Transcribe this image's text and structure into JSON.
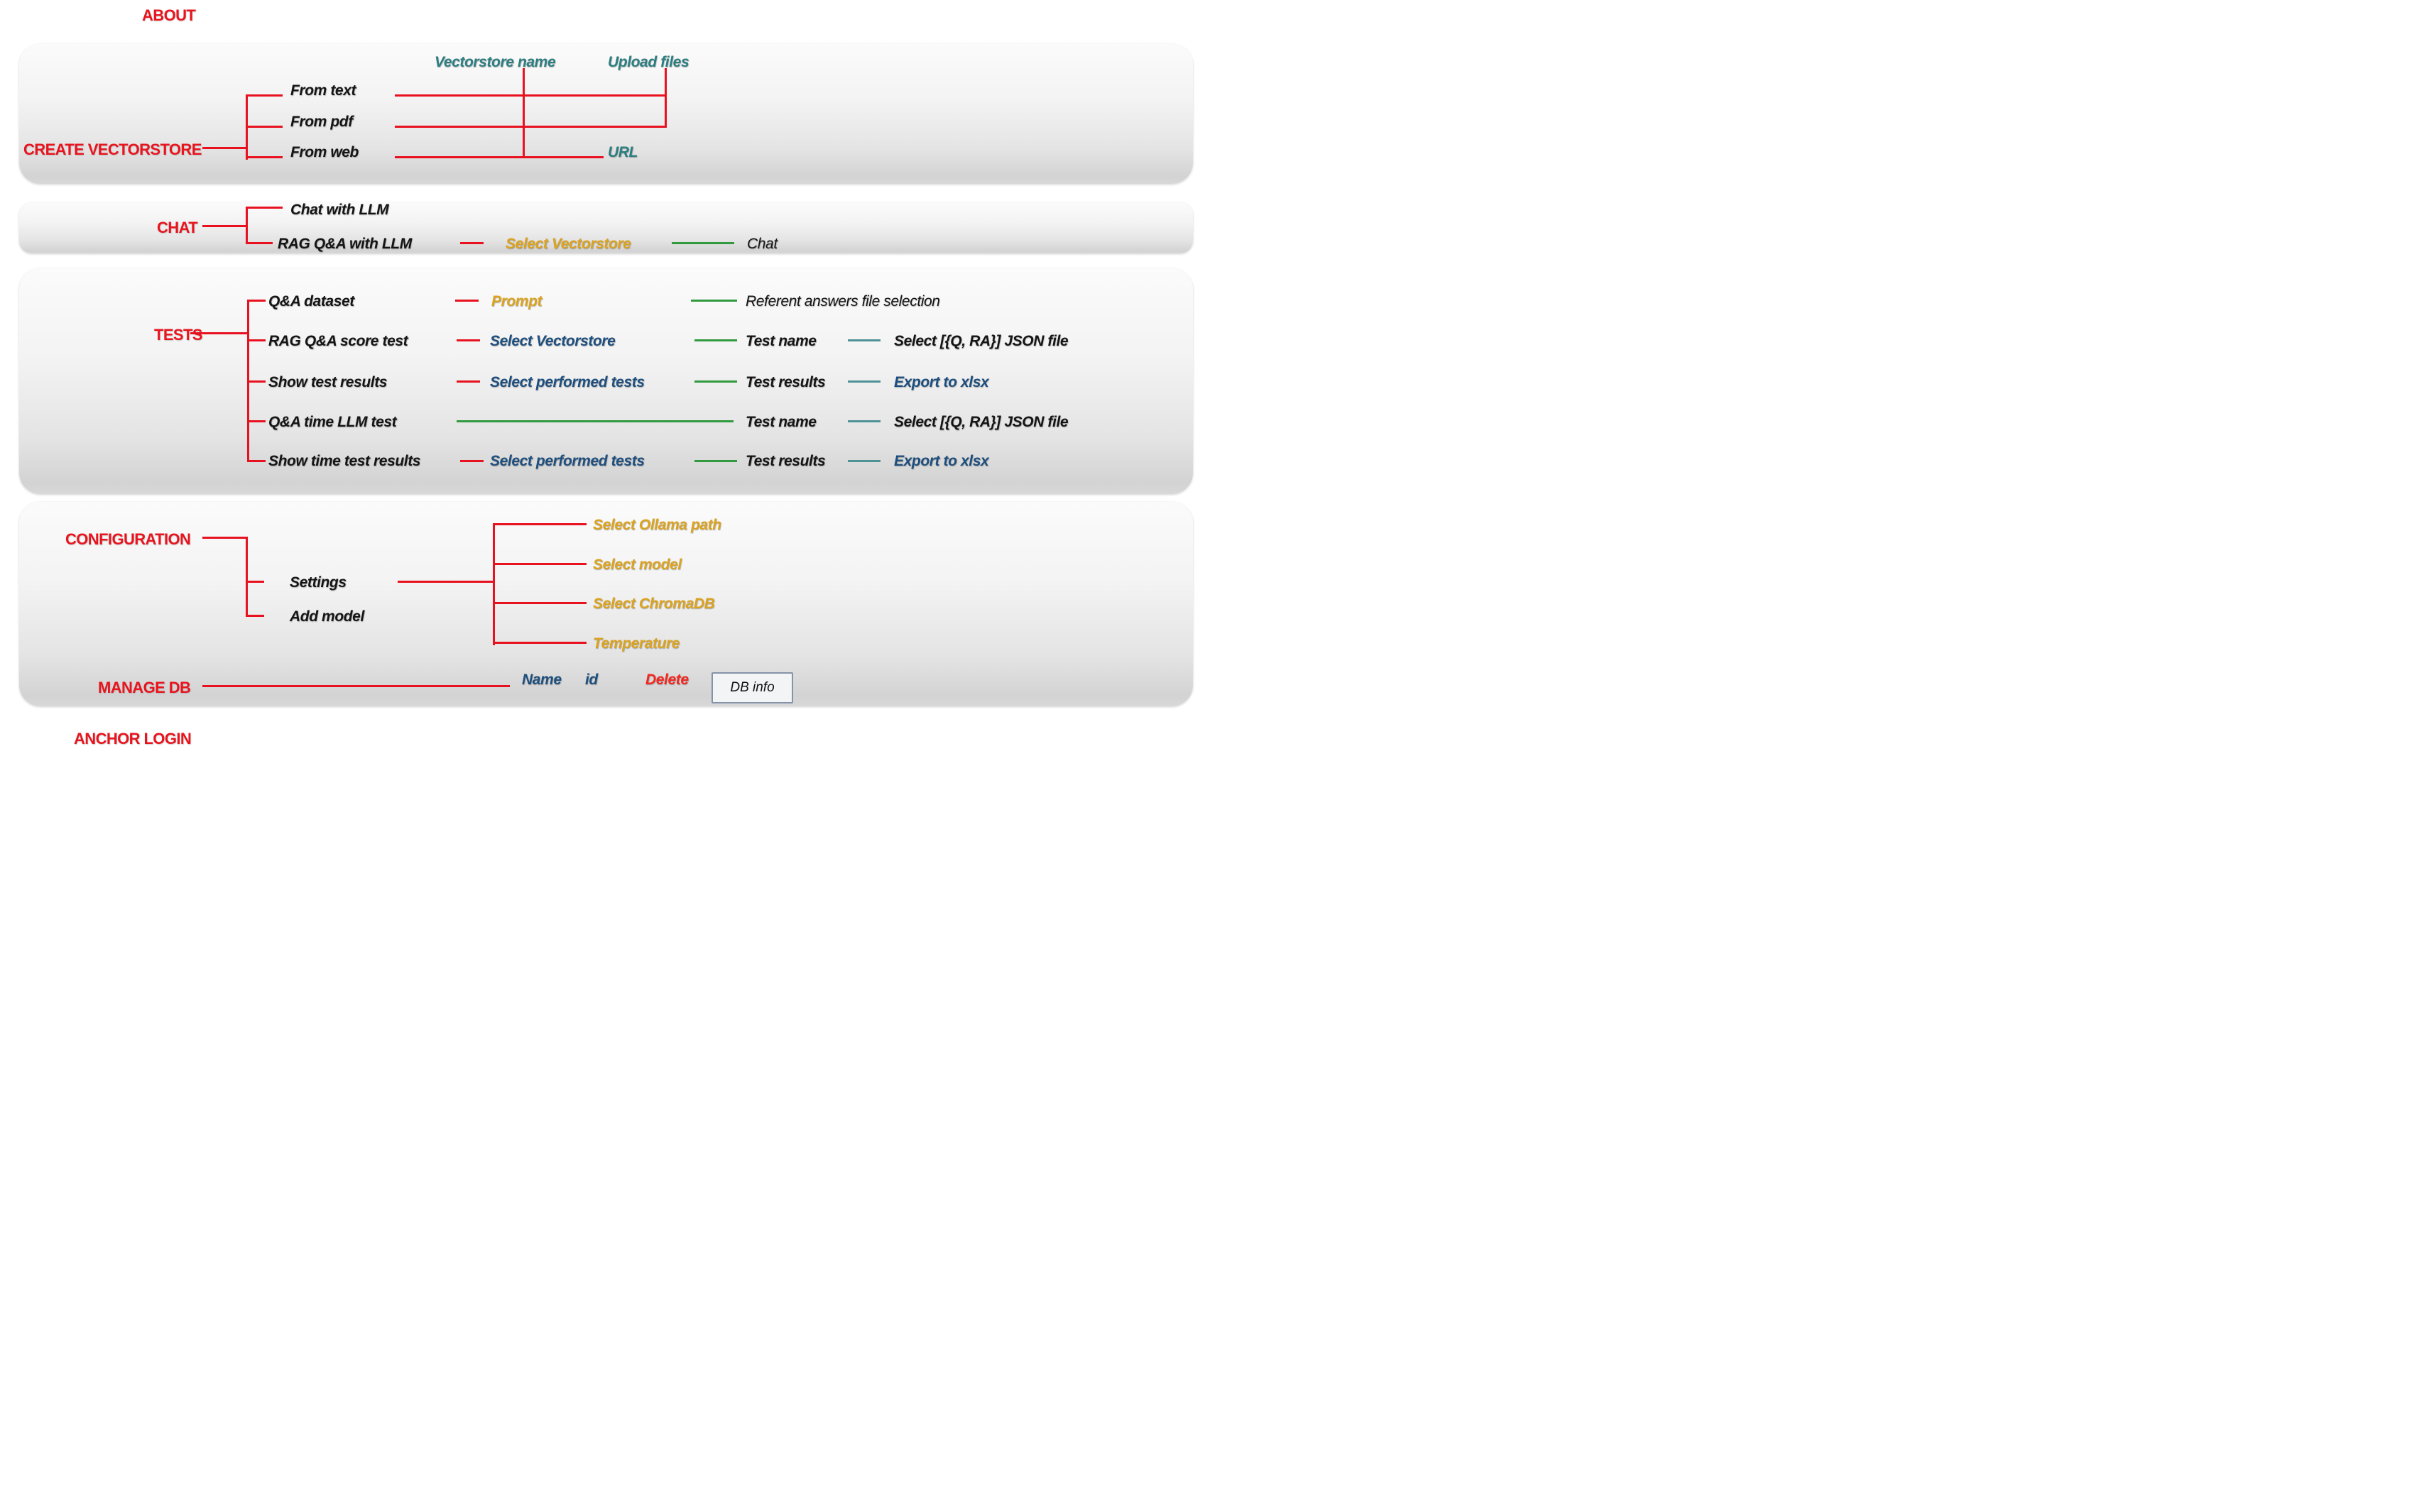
{
  "about": {
    "label": "ABOUT"
  },
  "create_vectorstore": {
    "title": "CREATE VECTORSTORE",
    "columns": {
      "vectorstore_name": "Vectorstore name",
      "upload_files": "Upload files",
      "url": "URL"
    },
    "items": {
      "from_text": "From text",
      "from_pdf": "From pdf",
      "from_web": "From web"
    }
  },
  "chat": {
    "title": "CHAT",
    "items": {
      "chat_with_llm": "Chat with LLM",
      "rag_qa_with_llm": "RAG Q&A with LLM"
    },
    "rag_flow": {
      "select_vectorstore": "Select Vectorstore",
      "chat_step": "Chat"
    }
  },
  "tests": {
    "title": "TESTS",
    "rows": [
      {
        "label": "Q&A dataset",
        "step2": "Prompt",
        "step3": "Referent answers file selection",
        "step4": ""
      },
      {
        "label": "RAG Q&A score test",
        "step2": "Select Vectorstore",
        "step3": "Test name",
        "step4": "Select [{Q, RA}] JSON file"
      },
      {
        "label": "Show test results",
        "step2": "Select performed tests",
        "step3": "Test results",
        "step4": "Export to xlsx"
      },
      {
        "label": "Q&A time LLM test",
        "step2": "",
        "step3": "Test name",
        "step4": "Select [{Q, RA}] JSON file"
      },
      {
        "label": "Show time test results",
        "step2": "Select performed tests",
        "step3": "Test results",
        "step4": "Export to xlsx"
      }
    ]
  },
  "configuration": {
    "title": "CONFIGURATION",
    "items": {
      "settings": "Settings",
      "add_model": "Add model"
    },
    "settings_options": [
      "Select Ollama path",
      "Select model",
      "Select ChromaDB",
      "Temperature"
    ]
  },
  "manage_db": {
    "title": "MANAGE DB",
    "fields": {
      "name": "Name",
      "id": "id",
      "delete": "Delete",
      "db_info": "DB info"
    }
  },
  "anchor_login": {
    "label": "ANCHOR LOGIN"
  },
  "colors": {
    "red_accent": "#e8141e",
    "red_line": "#e81120",
    "teal_text": "#2c7e81",
    "orange_text": "#dba31f",
    "blue_text": "#1e4f7e",
    "green_line": "#319a3e",
    "teal_line": "#4f9296",
    "panel_top": "#fbfbfb",
    "panel_bottom": "#d3d3d3"
  }
}
